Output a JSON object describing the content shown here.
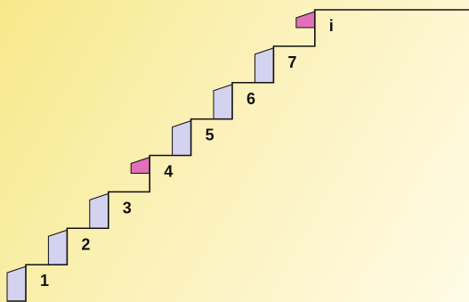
{
  "colors": {
    "background_start": "#f7e98a",
    "background_end": "#fffbe6",
    "line": "#111111",
    "riser_normal": "#d3d2ef",
    "riser_highlight": "#e070b7"
  },
  "diagram": {
    "steps": [
      {
        "label": "1",
        "highlight": false
      },
      {
        "label": "2",
        "highlight": false
      },
      {
        "label": "3",
        "highlight": false
      },
      {
        "label": "4",
        "highlight": true
      },
      {
        "label": "5",
        "highlight": false
      },
      {
        "label": "6",
        "highlight": false
      },
      {
        "label": "7",
        "highlight": false
      },
      {
        "label": "i",
        "highlight": true
      }
    ]
  }
}
